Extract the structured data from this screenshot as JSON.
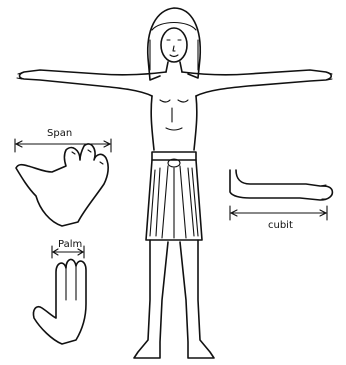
{
  "labels": {
    "span": "Span",
    "palm": "Palm",
    "cubit": "cubit"
  }
}
